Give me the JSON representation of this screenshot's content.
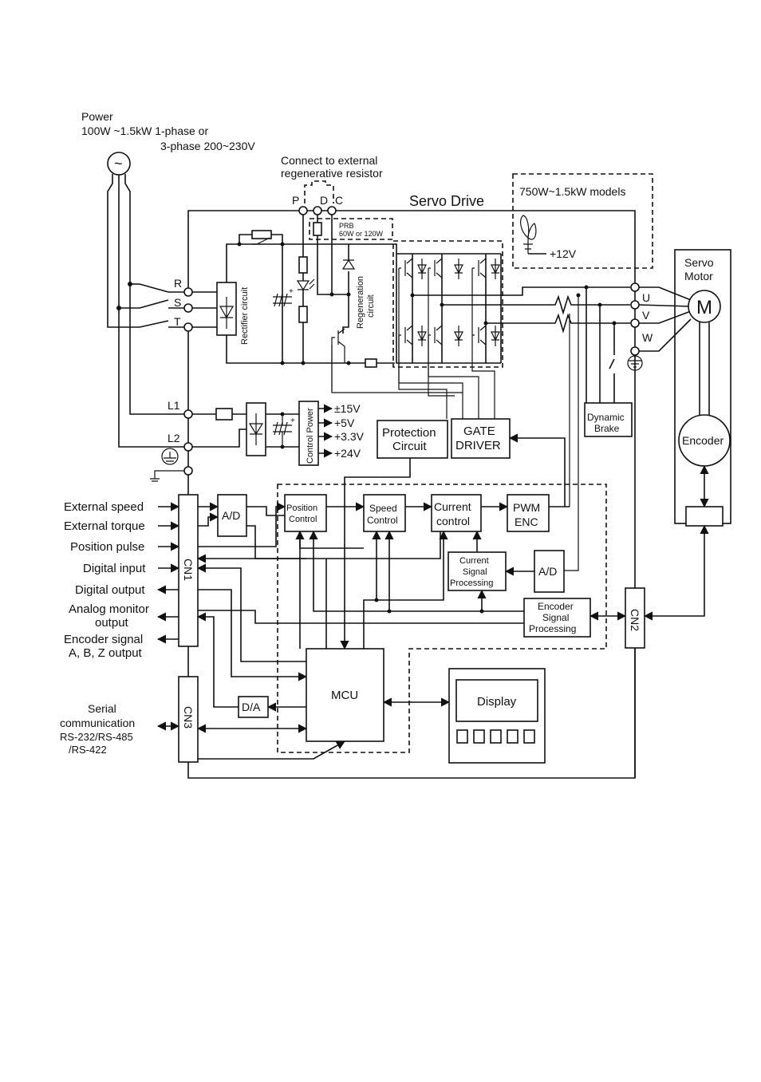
{
  "power": {
    "line1": "Power",
    "line2": "100W ~1.5kW 1-phase or",
    "line3": "3-phase 200~230V",
    "symbol": "~"
  },
  "regen": {
    "line1": "Connect to external",
    "line2": "regenerative resistor",
    "P": "P",
    "D": "D",
    "C": "C",
    "prb1": "PRB",
    "prb2": "60W or 120W"
  },
  "servo_drive": "Servo Drive",
  "fan_models": "750W~1.5kW models",
  "fan_voltage": "+12V",
  "terminals": {
    "R": "R",
    "S": "S",
    "T": "T",
    "L1": "L1",
    "L2": "L2",
    "U": "U",
    "V": "V",
    "W": "W"
  },
  "rectifier": "Rectifier circuit",
  "regeneration": {
    "line1": "Regeneration",
    "line2": "circuit"
  },
  "control_power": "Control Power",
  "voltages": [
    "±15V",
    "+5V",
    "+3.3V",
    "+24V"
  ],
  "protection": {
    "line1": "Protection",
    "line2": "Circuit"
  },
  "gate_driver": {
    "line1": "GATE",
    "line2": "DRIVER"
  },
  "dynamic_brake": {
    "line1": "Dynamic",
    "line2": "Brake"
  },
  "motor": {
    "line1": "Servo",
    "line2": "Motor",
    "symbol": "M",
    "encoder": "Encoder"
  },
  "signals_in": [
    "External speed",
    "External torque",
    "Position pulse",
    "Digital input"
  ],
  "signals_out": {
    "digital_output": "Digital output",
    "analog1": "Analog monitor",
    "analog2": "output",
    "enc1": "Encoder signal",
    "enc2": "A, B, Z output"
  },
  "serial": {
    "line1": "Serial",
    "line2": "communication",
    "line3": "RS-232/RS-485",
    "line4": "/RS-422"
  },
  "cn1": "CN1",
  "cn2": "CN2",
  "cn3": "CN3",
  "ad": "A/D",
  "ad2": "A/D",
  "da": "D/A",
  "position_control": {
    "line1": "Position",
    "line2": "Control"
  },
  "speed_control": {
    "line1": "Speed",
    "line2": "Control"
  },
  "current_control": {
    "line1": "Current",
    "line2": "control"
  },
  "pwm": {
    "line1": "PWM",
    "line2": "ENC"
  },
  "current_signal": {
    "line1": "Current",
    "line2": "Signal",
    "line3": "Processing"
  },
  "encoder_signal": {
    "line1": "Encoder",
    "line2": "Signal",
    "line3": "Processing"
  },
  "mcu": "MCU",
  "display": "Display"
}
